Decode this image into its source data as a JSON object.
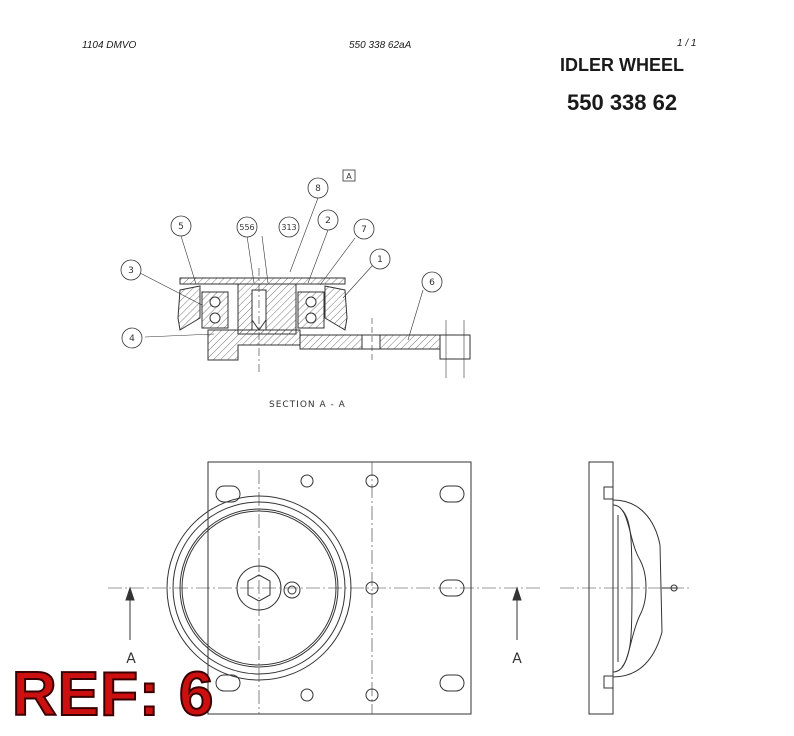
{
  "header": {
    "left": "1104 DMVO",
    "center": "550 338 62aA",
    "page": "1 /  1",
    "title": "IDLER WHEEL",
    "part_number": "550 338 62"
  },
  "section": {
    "label": "SECTION  A - A",
    "view_marker": "A"
  },
  "callouts": [
    "8",
    "5",
    "556",
    "313",
    "2",
    "7",
    "1",
    "3",
    "6",
    "4"
  ],
  "arrows": {
    "left": "A",
    "right": "A"
  },
  "ref": "REF: 6"
}
